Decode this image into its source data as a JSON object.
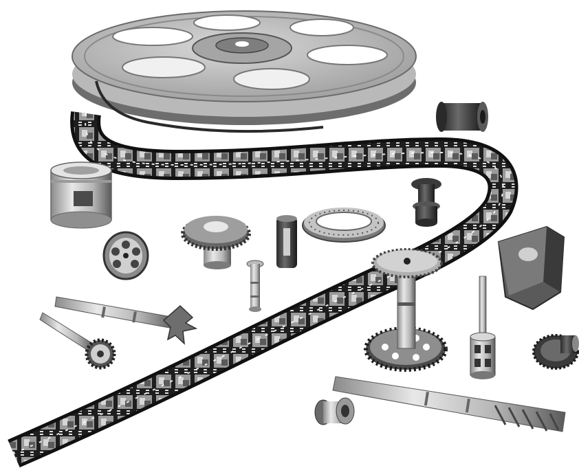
{
  "image": {
    "colors": {
      "background": "#ffffff",
      "metal_light": "#d9d9d9",
      "metal_mid": "#a8a8a8",
      "metal_dark": "#4a4a4a",
      "film_dark": "#1f1f1f",
      "frame_light": "#8c8c8c"
    },
    "objects": [
      "film-reel",
      "film-strip",
      "large-bushing",
      "small-spool",
      "spur-gear",
      "spoked-wheel",
      "slotted-pin",
      "washer-ring",
      "flanged-roller",
      "screw-pin",
      "star-shaft",
      "toothed-shaft",
      "sprocket-shaft",
      "drill-bit-shank",
      "cage-pin",
      "bevel-gear",
      "block-collar",
      "small-bobbin"
    ]
  }
}
